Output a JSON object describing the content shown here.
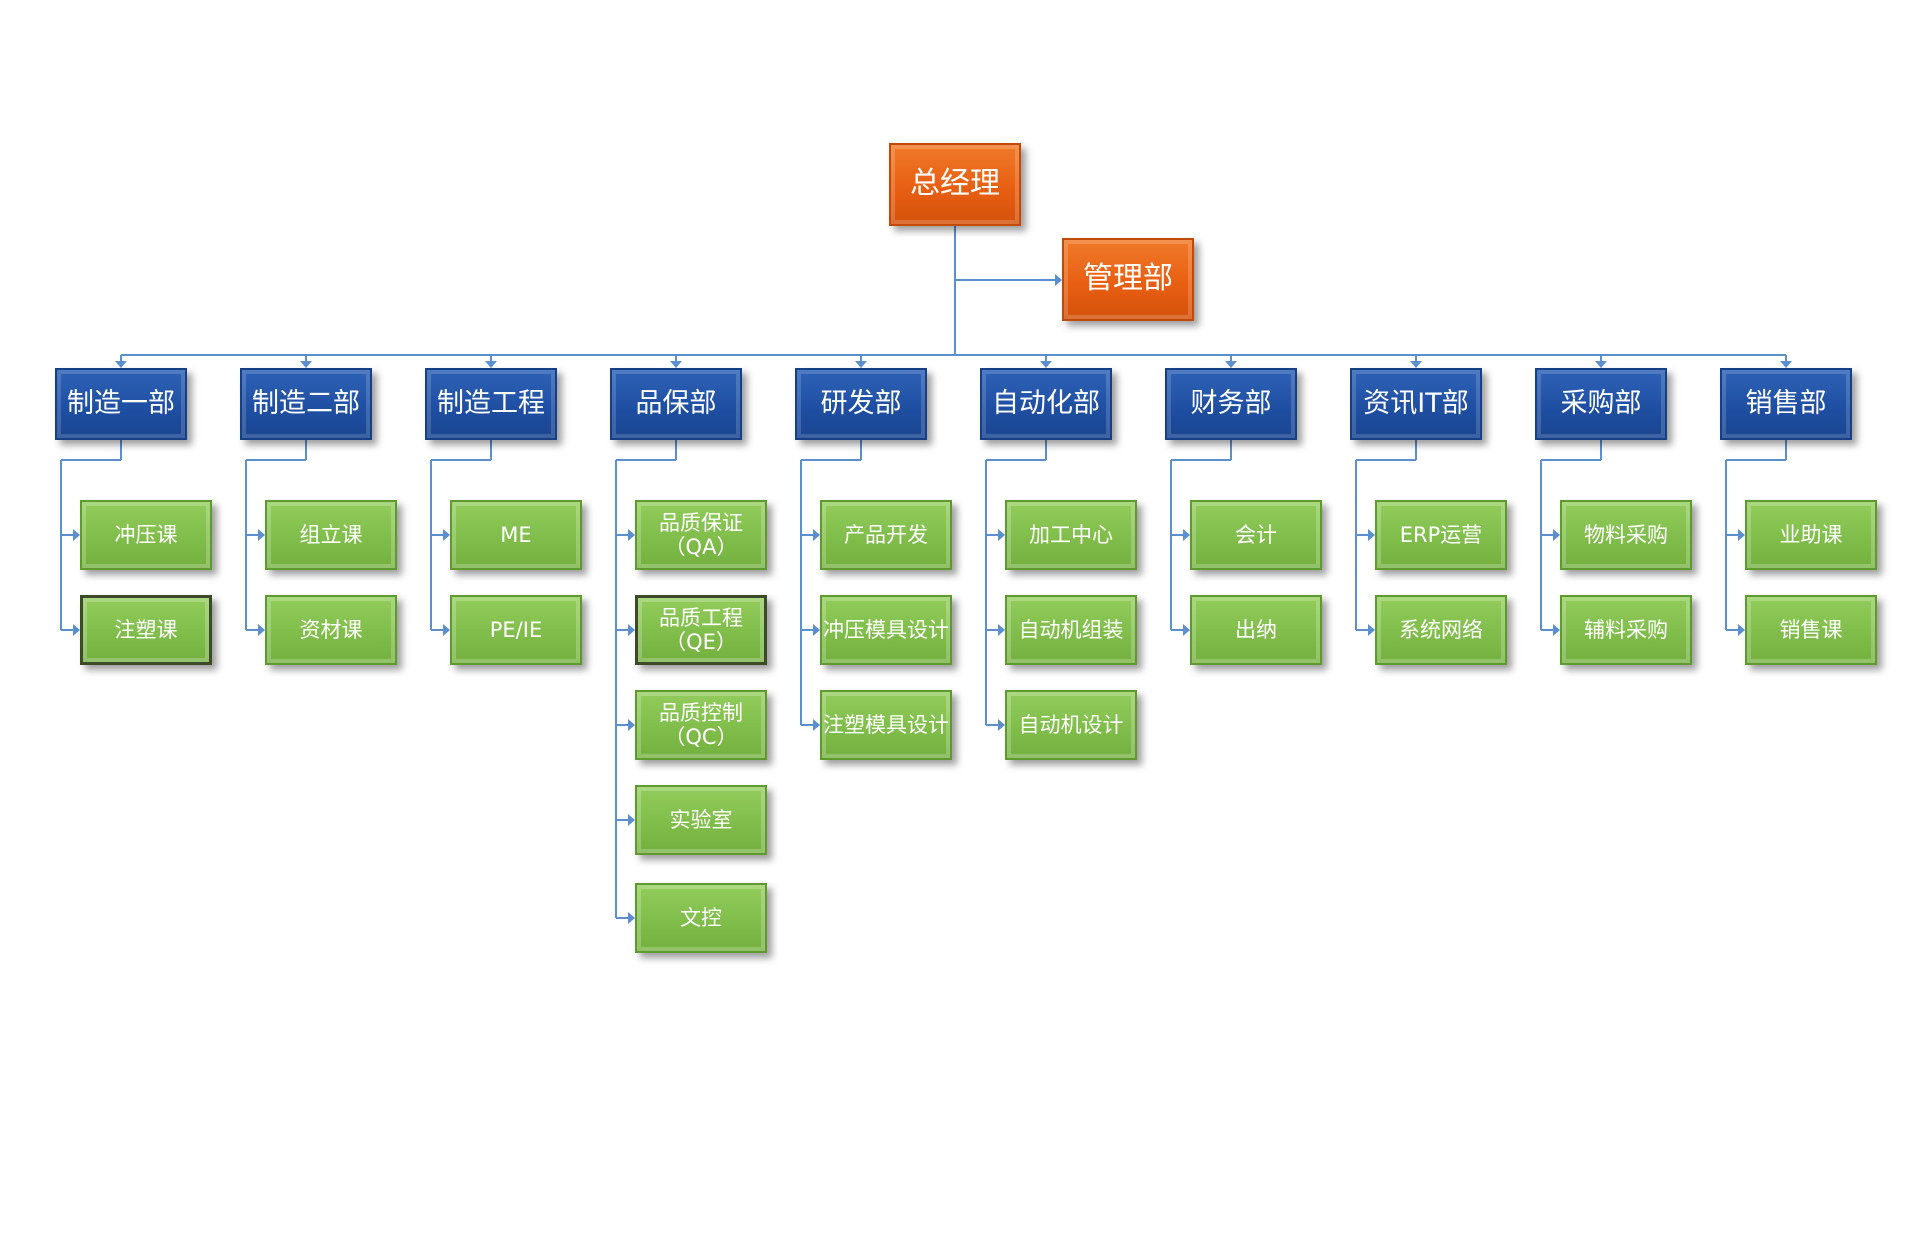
{
  "root": {
    "label": "总经理"
  },
  "staff": {
    "label": "管理部"
  },
  "departments": [
    {
      "label": "制造一部",
      "units": [
        "冲压课",
        "注塑课"
      ]
    },
    {
      "label": "制造二部",
      "units": [
        "组立课",
        "资材课"
      ]
    },
    {
      "label": "制造工程",
      "units": [
        "ME",
        "PE/IE"
      ]
    },
    {
      "label": "品保部",
      "units": [
        "品质保证\n（QA）",
        "品质工程\n（QE）",
        "品质控制\n（QC）",
        "实验室",
        "文控"
      ]
    },
    {
      "label": "研发部",
      "units": [
        "产品开发",
        "冲压模具设计",
        "注塑模具设计"
      ]
    },
    {
      "label": "自动化部",
      "units": [
        "加工中心",
        "自动机组装",
        "自动机设计"
      ]
    },
    {
      "label": "财务部",
      "units": [
        "会计",
        "出纳"
      ]
    },
    {
      "label": "资讯IT部",
      "units": [
        "ERP运营",
        "系统网络"
      ]
    },
    {
      "label": "采购部",
      "units": [
        "物料采购",
        "辅料采购"
      ]
    },
    {
      "label": "销售部",
      "units": [
        "业助课",
        "销售课"
      ]
    }
  ],
  "colors": {
    "root": "#e8601a",
    "department": "#1f4fa3",
    "unit": "#80bd4a",
    "connector": "#5b8fcf"
  }
}
